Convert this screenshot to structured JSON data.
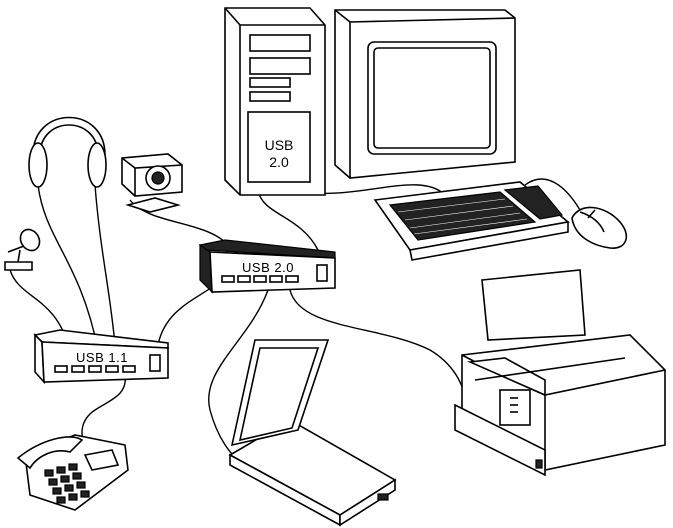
{
  "labels": {
    "pc_usb_line1": "USB",
    "pc_usb_line2": "2.0",
    "hub_usb20": "USB 2.0",
    "hub_usb11": "USB 1.1"
  },
  "colors": {
    "ink": "#000000",
    "paper": "#ffffff",
    "dark_fill": "#222222"
  }
}
